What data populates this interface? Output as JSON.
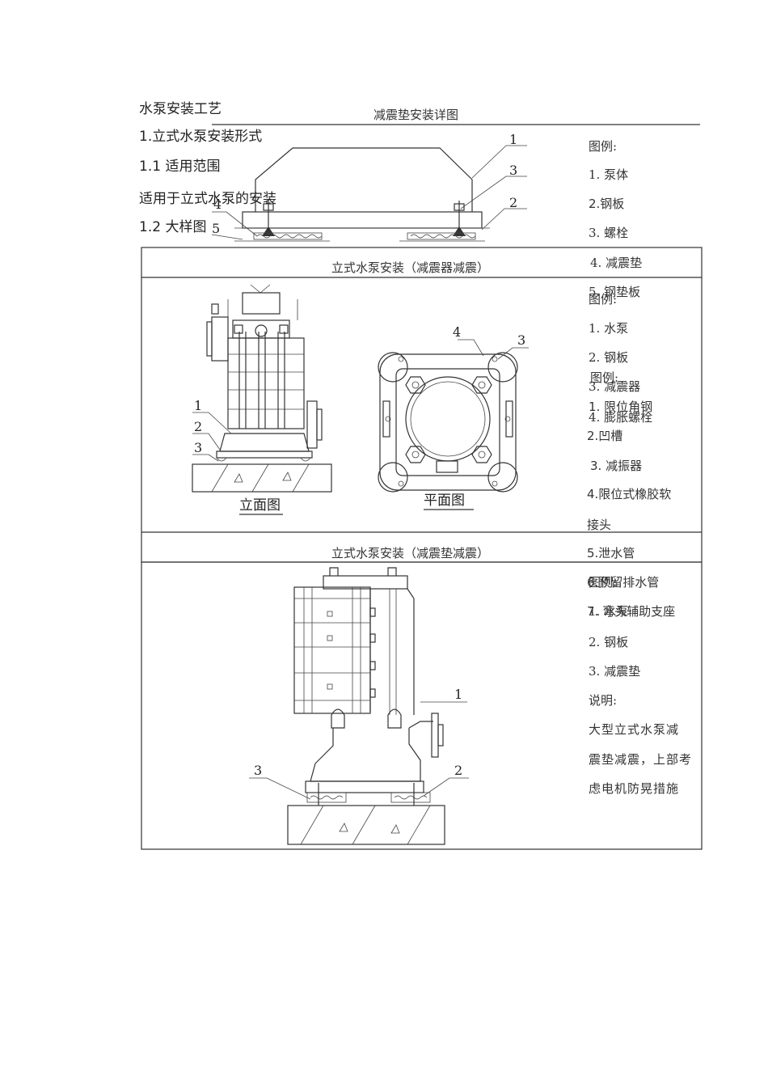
{
  "heading": {
    "title": "水泵安装工艺",
    "section1": "1.立式水泵安装形式",
    "section1_1": "1.1 适用范围",
    "scope_text": "适用于立式水泵的安装",
    "section1_2": "1.2 大样图"
  },
  "top_detail": {
    "title": "减震垫安装详图",
    "callouts": [
      "1",
      "3",
      "2",
      "4",
      "5"
    ],
    "legend": [
      "图例:",
      "1. 泵体",
      "2.钢板",
      "3. 螺栓",
      "4. 减震垫",
      "5. 钢垫板"
    ]
  },
  "panel1": {
    "title": "立式水泵安装（减震器减震）",
    "elevation_caption": "立面图",
    "plan_caption": "平面图",
    "elev_callouts": [
      "1",
      "2",
      "3"
    ],
    "plan_callouts": [
      "4",
      "3"
    ],
    "legend_a": [
      "图例:",
      "1. 水泵",
      "2. 钢板",
      "3. 减震器",
      "4. 膨胀螺栓"
    ],
    "legend_b": [
      "图例:",
      "1. 限位角钢",
      "2.凹槽",
      "3. 减振器",
      "4.限位式橡胶软",
      "接头",
      "5.泄水管",
      "6.预留排水管",
      "7. 弯头辅助支座"
    ]
  },
  "panel2": {
    "title": "立式水泵安装（减震垫减震）",
    "callouts": [
      "1",
      "3",
      "2"
    ],
    "legend": [
      "图例:",
      "1. 水泵",
      "2. 钢板",
      "3. 减震垫",
      "说明:",
      "大型立式水泵减",
      "震垫减震，上部考",
      "虑电机防晃措施"
    ]
  }
}
